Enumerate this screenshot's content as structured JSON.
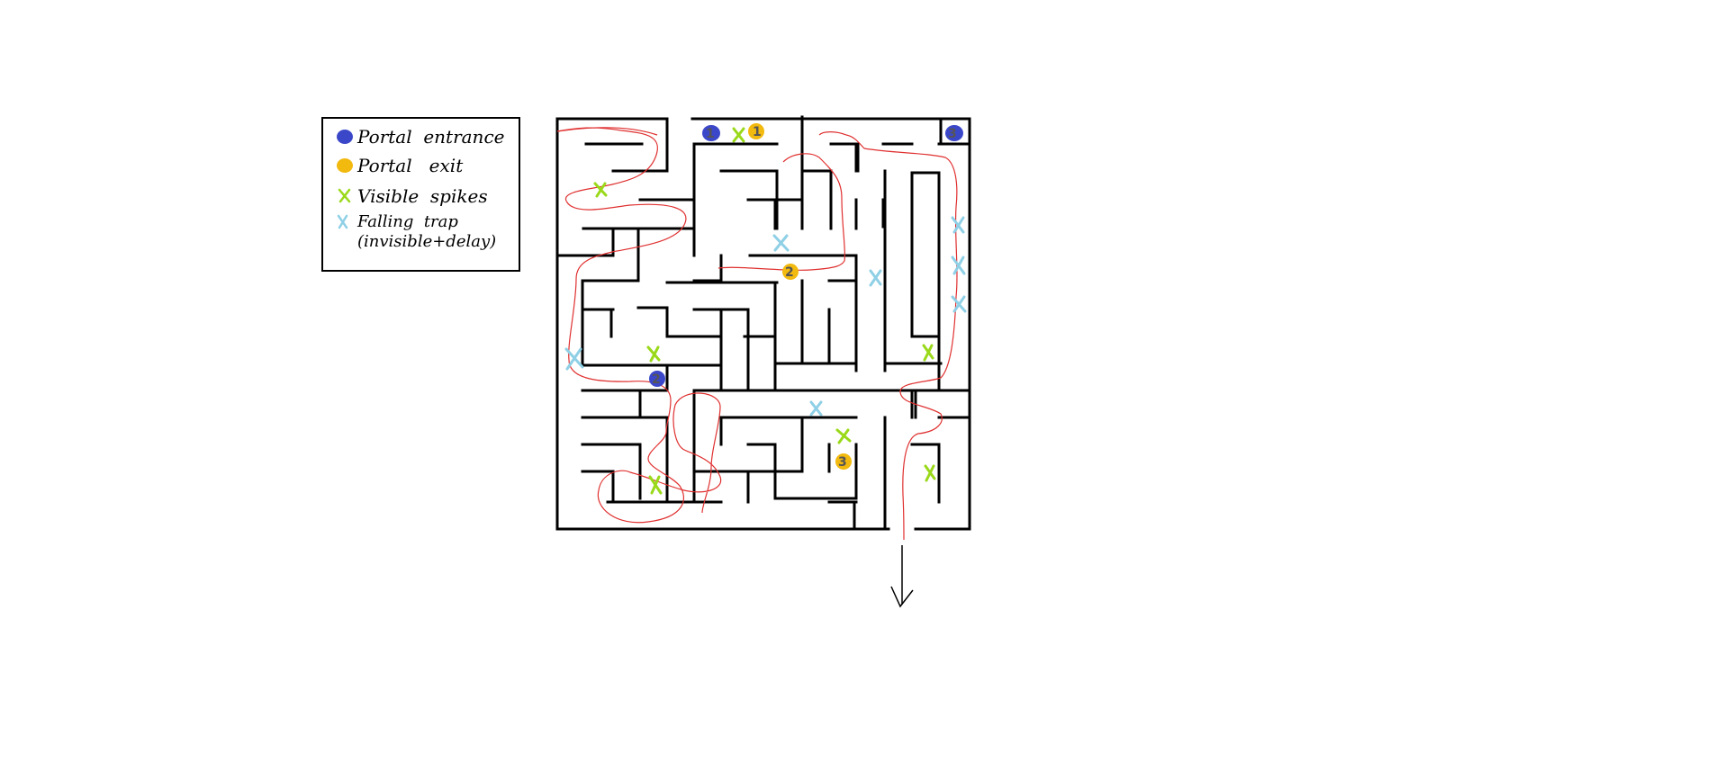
{
  "colors": {
    "portal_entrance": "#3b47c9",
    "portal_exit": "#f2b90f",
    "spikes": "#9ad91a",
    "falling_trap": "#8fd0e6",
    "path": "#e03030",
    "walls": "#000000"
  },
  "legend": {
    "items": [
      {
        "label": "Portal  entrance",
        "symbol": "portal-entrance"
      },
      {
        "label": "Portal   exit",
        "symbol": "portal-exit"
      },
      {
        "label": "Visible  spikes",
        "symbol": "spikes"
      },
      {
        "label": "Falling  trap",
        "symbol": "falling-trap"
      },
      {
        "label": "(invisible+delay)",
        "symbol": "none"
      }
    ]
  },
  "portals": [
    {
      "number": "1",
      "kind": "entrance"
    },
    {
      "number": "1",
      "kind": "exit"
    },
    {
      "number": "2",
      "kind": "exit"
    },
    {
      "number": "2",
      "kind": "entrance"
    },
    {
      "number": "3",
      "kind": "entrance"
    },
    {
      "number": "3",
      "kind": "exit"
    }
  ],
  "exit_arrow": "down-arrow"
}
